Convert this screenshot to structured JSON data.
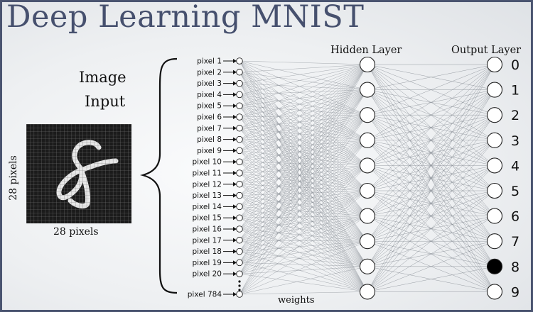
{
  "title": "Deep Learning MNIST",
  "image_input_label": [
    "Image",
    "Input"
  ],
  "x_axis_label": "28 pixels",
  "y_axis_label": "28 pixels",
  "hidden_layer_label": "Hidden Layer",
  "output_layer_label": "Output Layer",
  "weights_label": "weights",
  "input_labels": [
    "pixel 1",
    "pixel 2",
    "pixel 3",
    "pixel 4",
    "pixel 5",
    "pixel 6",
    "pixel 7",
    "pixel 8",
    "pixel 9",
    "pixel 10",
    "pixel 11",
    "pixel 12",
    "pixel 13",
    "pixel 14",
    "pixel 15",
    "pixel 16",
    "pixel 17",
    "pixel 18",
    "pixel 19",
    "pixel 20"
  ],
  "last_input_label": "pixel 784",
  "output_digits": [
    "0",
    "1",
    "2",
    "3",
    "4",
    "5",
    "6",
    "7",
    "8",
    "9"
  ],
  "active_output": "8",
  "hidden_node_count": 10,
  "colors": {
    "title": "#46506e",
    "frame": "#4a5470",
    "active_node": "#000000"
  }
}
